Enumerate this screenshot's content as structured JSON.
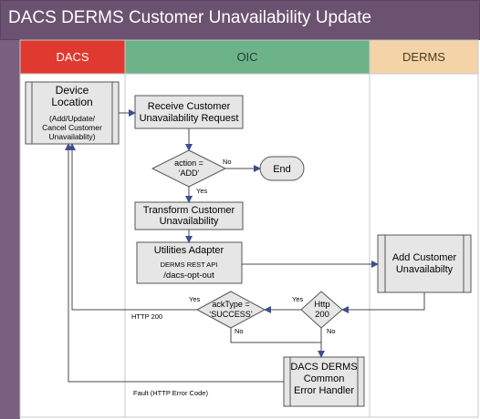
{
  "title": "DACS DERMS Customer Unavailability Update",
  "lanes": [
    {
      "label": "DACS",
      "color": "#e0392f",
      "text_color": "#ffffff"
    },
    {
      "label": "OIC",
      "color": "#6db389",
      "text_color": "#1f3d2a"
    },
    {
      "label": "DERMS",
      "color": "#f3d4a8",
      "text_color": "#4a3a20"
    }
  ],
  "nodes": {
    "device_location": {
      "title": "Device\nLocation",
      "subtitle": "(Add/Update/\nCancel Customer\nUnavailablity)"
    },
    "receive_request": {
      "text": "Receive Customer\nUnavailability Request"
    },
    "action_decision": {
      "text": "action  =\n‘ADD’"
    },
    "end": {
      "text": "End"
    },
    "transform": {
      "text": "Transform Customer\nUnavailability"
    },
    "utilities_adapter": {
      "title": "Utilities Adapter",
      "line2": "DERMS REST API",
      "line3": "/dacs-opt-out"
    },
    "add_customer": {
      "text": "Add Customer\nUnavailabilty"
    },
    "http200_decision": {
      "text": "Http\n200"
    },
    "ack_decision": {
      "text": "ackType  =\n‘SUCCESS’"
    },
    "error_handler": {
      "text": "DACS DERMS\nCommon\nError Handler"
    }
  },
  "edge_labels": {
    "no_end": "No",
    "yes_transform": "Yes",
    "yes_ack": "Yes",
    "no_error": "No",
    "yes_http200": "Yes",
    "no_http200": "No",
    "http_200": "HTTP 200",
    "fault": "Fault (HTTP Error Code)"
  },
  "colors": {
    "title_bar": "#6b5270",
    "left_strip": "#7a6080",
    "node_fill": "#e6e6e6",
    "line": "#4a4a4a",
    "arrow": "#3d4d8f"
  }
}
